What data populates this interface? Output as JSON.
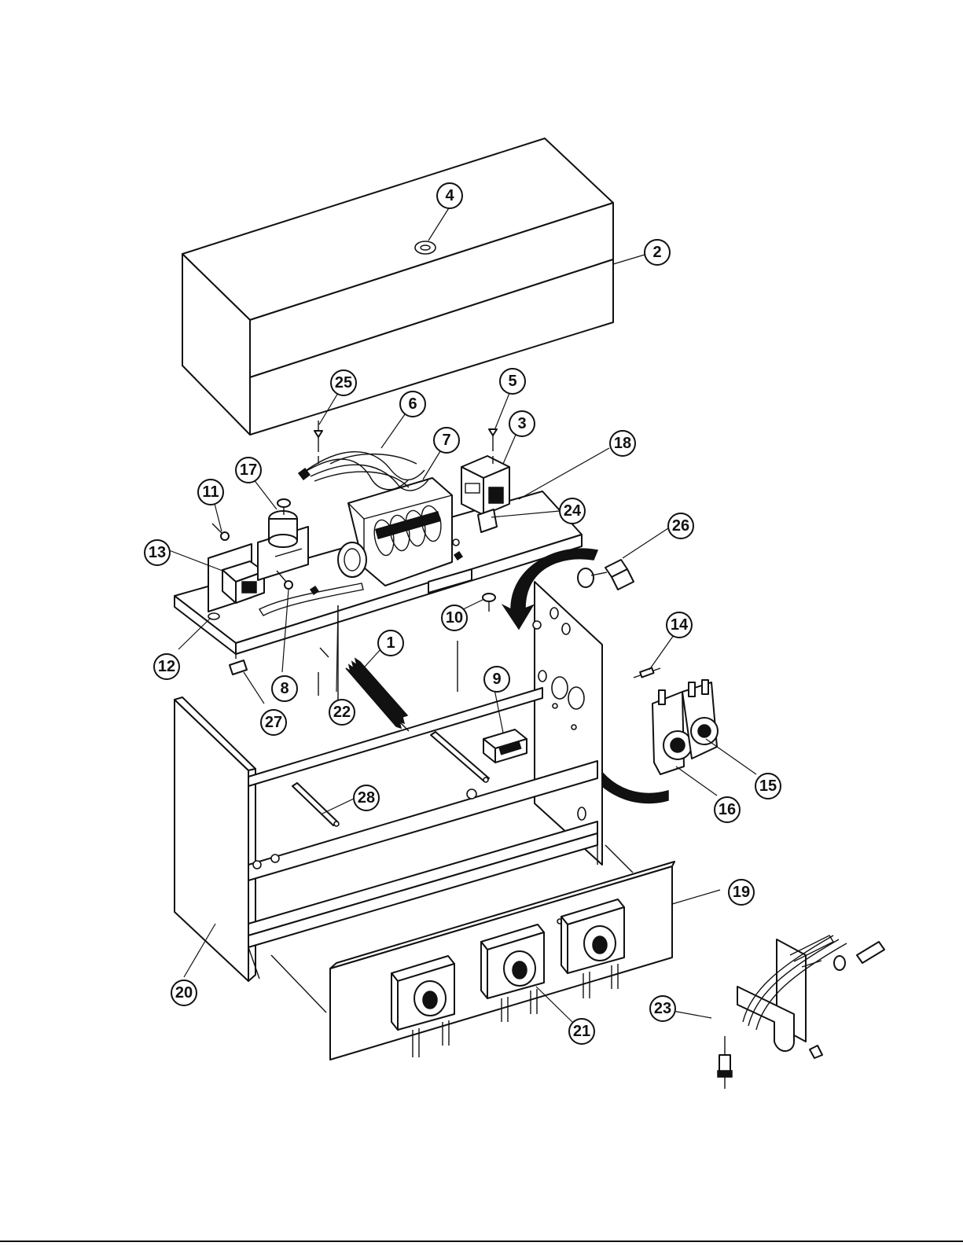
{
  "diagram": {
    "callouts": [
      {
        "id": "c4",
        "label": "4"
      },
      {
        "id": "c2",
        "label": "2"
      },
      {
        "id": "c25",
        "label": "25"
      },
      {
        "id": "c5",
        "label": "5"
      },
      {
        "id": "c6",
        "label": "6"
      },
      {
        "id": "c3",
        "label": "3"
      },
      {
        "id": "c7",
        "label": "7"
      },
      {
        "id": "c18",
        "label": "18"
      },
      {
        "id": "c17",
        "label": "17"
      },
      {
        "id": "c11",
        "label": "11"
      },
      {
        "id": "c24",
        "label": "24"
      },
      {
        "id": "c26",
        "label": "26"
      },
      {
        "id": "c13",
        "label": "13"
      },
      {
        "id": "c10",
        "label": "10"
      },
      {
        "id": "c14",
        "label": "14"
      },
      {
        "id": "c1",
        "label": "1"
      },
      {
        "id": "c12",
        "label": "12"
      },
      {
        "id": "c9",
        "label": "9"
      },
      {
        "id": "c8",
        "label": "8"
      },
      {
        "id": "c27",
        "label": "27"
      },
      {
        "id": "c22",
        "label": "22"
      },
      {
        "id": "c15",
        "label": "15"
      },
      {
        "id": "c28",
        "label": "28"
      },
      {
        "id": "c16",
        "label": "16"
      },
      {
        "id": "c19",
        "label": "19"
      },
      {
        "id": "c20",
        "label": "20"
      },
      {
        "id": "c23",
        "label": "23"
      },
      {
        "id": "c21",
        "label": "21"
      }
    ]
  }
}
